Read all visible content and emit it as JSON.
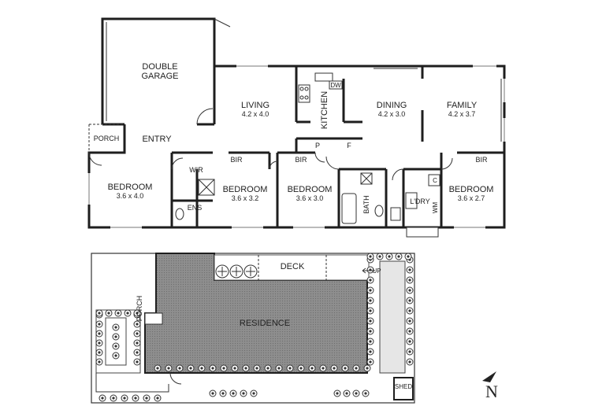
{
  "rooms": {
    "double_garage": {
      "line1": "DOUBLE",
      "line2": "GARAGE"
    },
    "living": {
      "name": "LIVING",
      "size": "4.2 x 4.0"
    },
    "kitchen": {
      "name": "KITCHEN"
    },
    "dishwasher": {
      "label": "DW"
    },
    "dining": {
      "name": "DINING",
      "size": "4.2 x 3.0"
    },
    "family": {
      "name": "FAMILY",
      "size": "4.2 x 3.7"
    },
    "porch": {
      "name": "PORCH"
    },
    "entry": {
      "name": "ENTRY"
    },
    "pantry": {
      "label": "P"
    },
    "fridge": {
      "label": "F"
    },
    "bedroom1": {
      "name": "BEDROOM",
      "size": "3.6 x 4.0"
    },
    "wir": {
      "label": "WIR"
    },
    "ensuite": {
      "label": "ENS"
    },
    "bir_1": {
      "label": "BIR"
    },
    "bedroom2": {
      "name": "BEDROOM",
      "size": "3.6 x 3.2"
    },
    "bir_2": {
      "label": "BIR"
    },
    "bedroom3": {
      "name": "BEDROOM",
      "size": "3.6 x 3.0"
    },
    "bath": {
      "label": "BATH"
    },
    "laundry": {
      "label": "L'DRY"
    },
    "cupboard": {
      "label": "C"
    },
    "washing_machine": {
      "label": "WM"
    },
    "bedroom4": {
      "name": "BEDROOM",
      "size": "3.6 x 2.7"
    },
    "bir_3": {
      "label": "BIR"
    }
  },
  "site": {
    "deck": "DECK",
    "up": "UP",
    "porch": "PORCH",
    "residence": "RESIDENCE",
    "shed": "SHED"
  },
  "north_arrow": {
    "letter": "N",
    "icon": "north-arrow-icon"
  },
  "colors": {
    "wall": "#1e1e1e",
    "residence_fill": "#8a8a8a",
    "background": "#ffffff"
  }
}
